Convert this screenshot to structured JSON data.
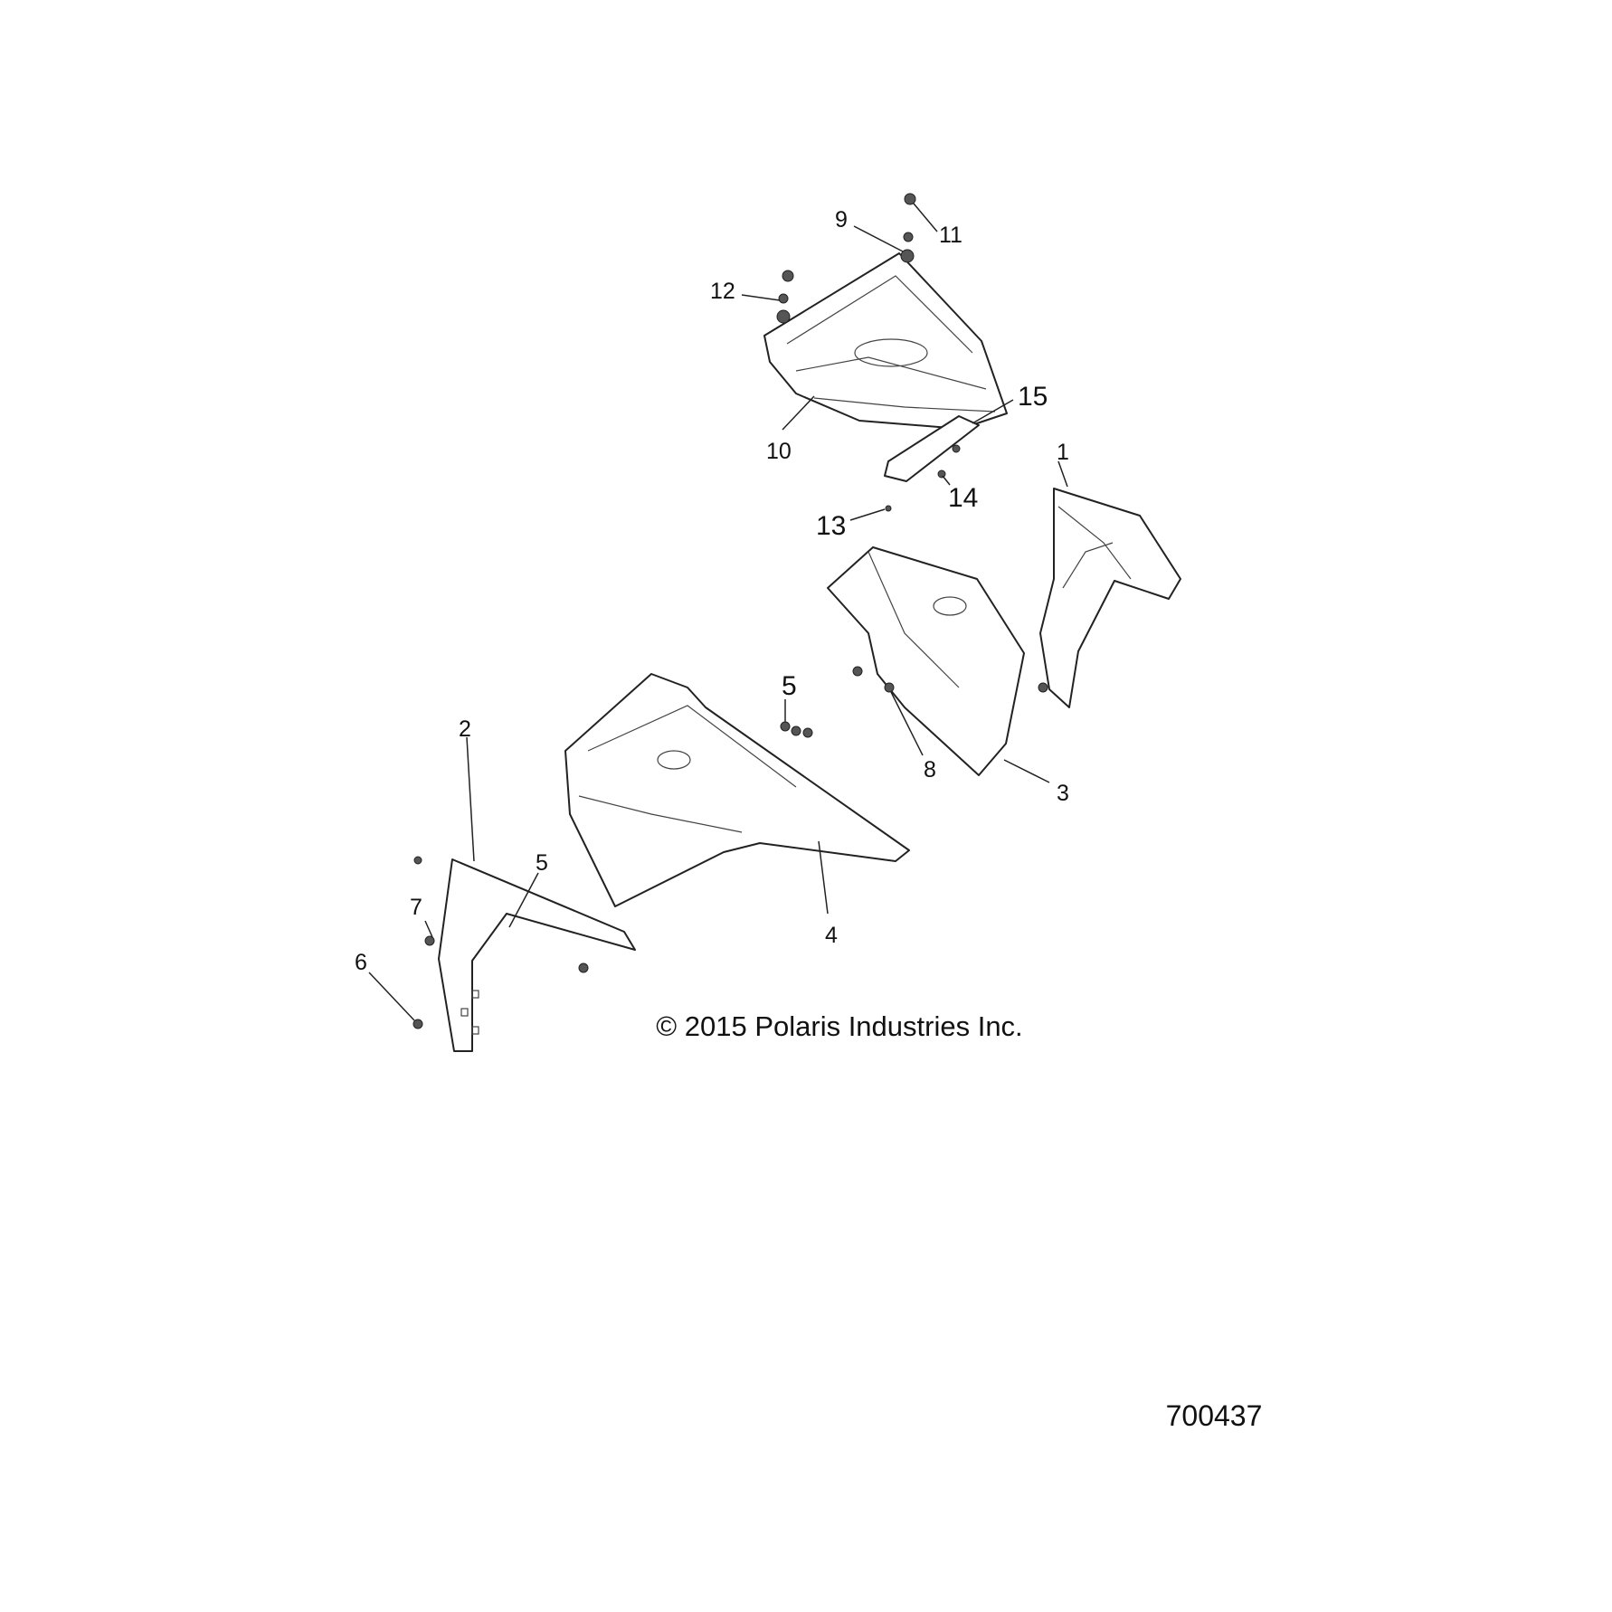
{
  "callouts": [
    "1",
    "2",
    "3",
    "4",
    "5",
    "5",
    "6",
    "7",
    "8",
    "9",
    "10",
    "11",
    "12",
    "13",
    "14",
    "15"
  ],
  "copyright": "© 2015 Polaris Industries Inc.",
  "diagram_number": "700437"
}
